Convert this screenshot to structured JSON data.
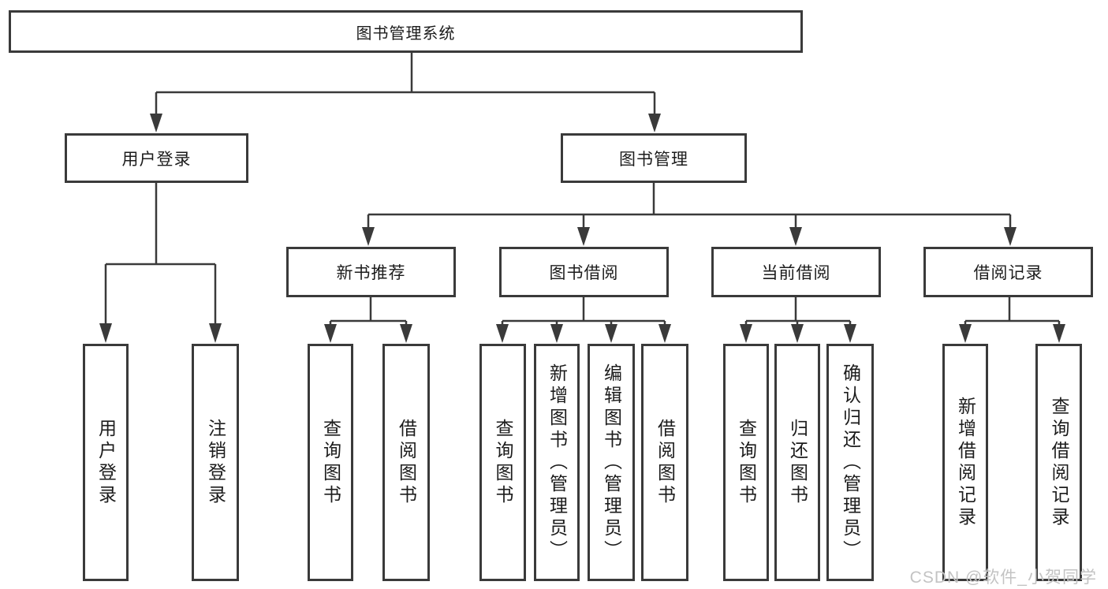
{
  "tree": {
    "root": {
      "label": "图书管理系统"
    },
    "branches": [
      {
        "label": "用户登录",
        "children": [
          {
            "label": "用户登录"
          },
          {
            "label": "注销登录"
          }
        ]
      },
      {
        "label": "图书管理",
        "children": [
          {
            "label": "新书推荐",
            "children": [
              {
                "label": "查询图书"
              },
              {
                "label": "借阅图书"
              }
            ]
          },
          {
            "label": "图书借阅",
            "children": [
              {
                "label": "查询图书"
              },
              {
                "label": "新增图书（管理员）"
              },
              {
                "label": "编辑图书（管理员）"
              },
              {
                "label": "借阅图书"
              }
            ]
          },
          {
            "label": "当前借阅",
            "children": [
              {
                "label": "查询图书"
              },
              {
                "label": "归还图书"
              },
              {
                "label": "确认归还（管理员）"
              }
            ]
          },
          {
            "label": "借阅记录",
            "children": [
              {
                "label": "新增借阅记录"
              },
              {
                "label": "查询借阅记录"
              }
            ]
          }
        ]
      }
    ]
  },
  "watermark": {
    "text": "CSDN @软件_小贺同学"
  },
  "colors": {
    "line": "#3a3a3a",
    "text": "#1c1c1c",
    "watermark": "#c3c3c3",
    "background": "#ffffff"
  }
}
